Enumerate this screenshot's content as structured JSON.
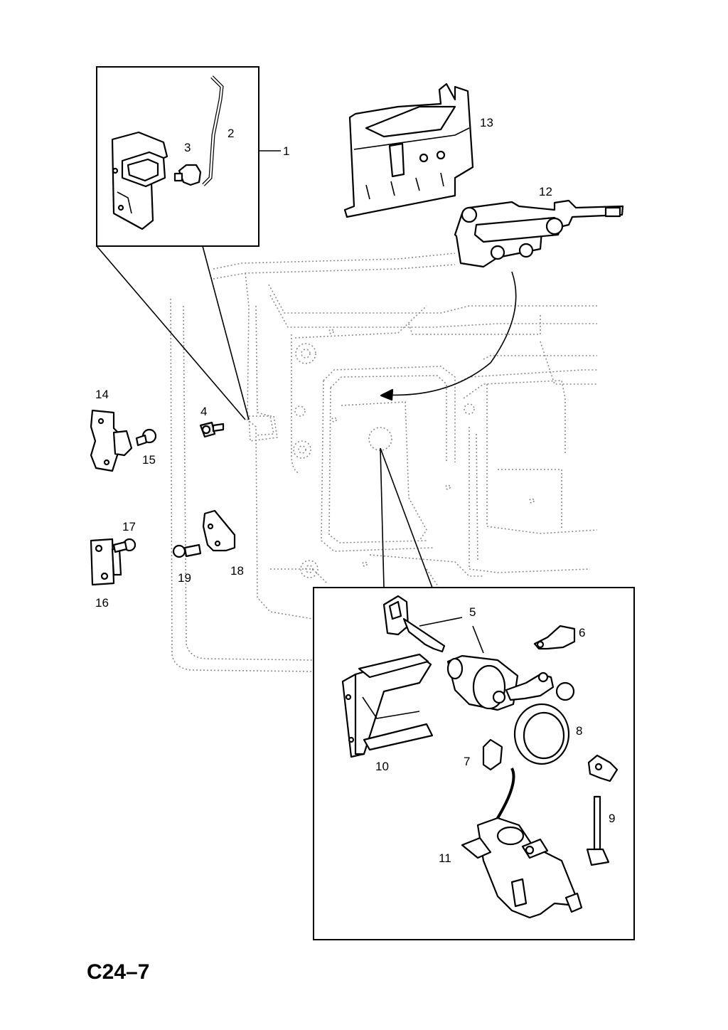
{
  "figure": {
    "code": "C24–7"
  },
  "callouts": {
    "p1": "1",
    "p2": "2",
    "p3": "3",
    "p4": "4",
    "p5": "5",
    "p6": "6",
    "p7": "7",
    "p8": "8",
    "p9": "9",
    "p10": "10",
    "p11": "11",
    "p12": "12",
    "p13": "13",
    "p14": "14",
    "p15": "15",
    "p16": "16",
    "p17": "17",
    "p18": "18",
    "p19": "19"
  }
}
